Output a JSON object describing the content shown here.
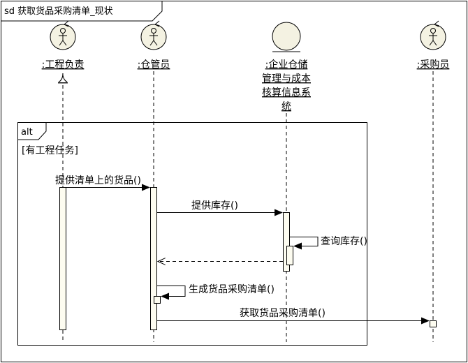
{
  "frame": {
    "title": "sd 获取货品采购清单_现状"
  },
  "lifelines": [
    {
      "id": "engineer",
      "label_lines": [
        ":工程负责",
        "人"
      ],
      "icon": "actor-icon"
    },
    {
      "id": "keeper",
      "label_lines": [
        ":仓管员"
      ],
      "icon": "actor-icon"
    },
    {
      "id": "system",
      "label_lines": [
        ":企业仓储",
        "管理与成本",
        "核算信息系",
        "统"
      ],
      "icon": "entity-icon"
    },
    {
      "id": "buyer",
      "label_lines": [
        ":采购员"
      ],
      "icon": "actor-icon"
    }
  ],
  "fragment": {
    "operator": "alt",
    "guard": "[有工程任务]"
  },
  "messages": [
    {
      "from": "engineer",
      "to": "keeper",
      "label": "提供清单上的货品()",
      "style": "sync"
    },
    {
      "from": "keeper",
      "to": "system",
      "label": "提供库存()",
      "style": "sync"
    },
    {
      "from": "system",
      "to": "system",
      "label": "查询库存()",
      "style": "self"
    },
    {
      "from": "system",
      "to": "keeper",
      "label": "",
      "style": "return"
    },
    {
      "from": "keeper",
      "to": "keeper",
      "label": "生成货品采购清单()",
      "style": "self"
    },
    {
      "from": "keeper",
      "to": "buyer",
      "label": "获取货品采购清单()",
      "style": "sync"
    }
  ],
  "colors": {
    "activation_fill": "#fdfcf0",
    "icon_fill": "#f4f2e2",
    "line": "#000000"
  }
}
